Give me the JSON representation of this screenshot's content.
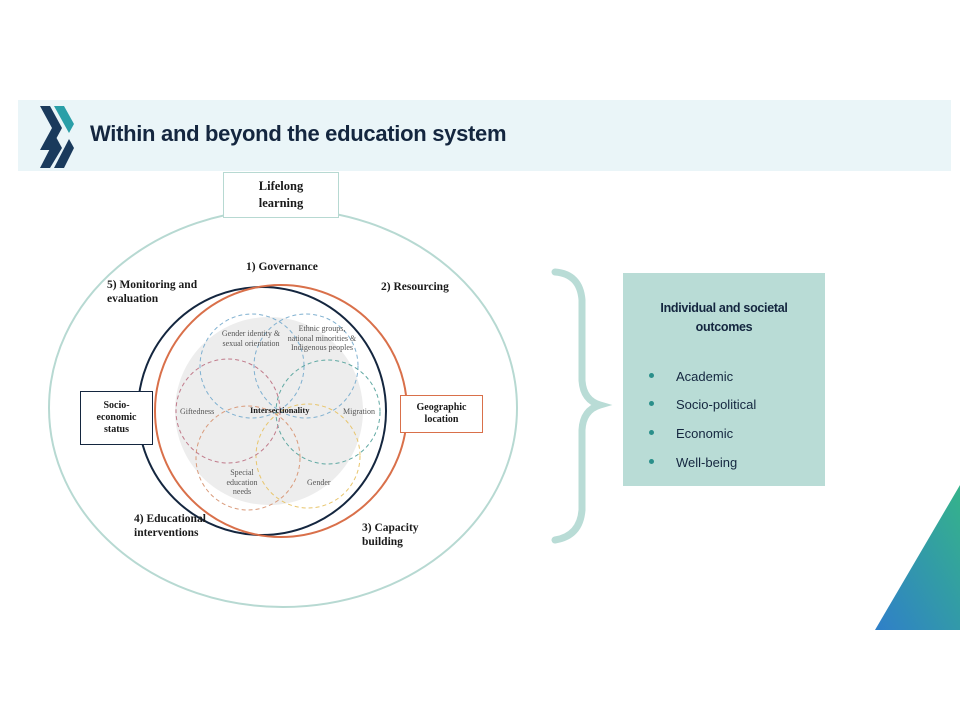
{
  "header": {
    "title": "Within and beyond the education system",
    "logo_icon": "oecd-chevron-icon"
  },
  "diagram": {
    "top_box": "Lifelong learning",
    "left_box": "Socio-economic status",
    "right_box": "Geographic location",
    "labels": {
      "governance": "1) Governance",
      "resourcing": "2) Resourcing",
      "capacity": "3) Capacity building",
      "interventions": "4) Educational interventions",
      "monitoring": "5) Monitoring and evaluation"
    },
    "inner": {
      "center": "Intersectionality",
      "gender_identity": "Gender identity & sexual orientation",
      "ethnic": "Ethnic groups, national minorities & Indigenous peoples",
      "migration": "Migration",
      "gender": "Gender",
      "special": "Special education needs",
      "giftedness": "Giftedness"
    }
  },
  "outcomes": {
    "title_line1": "Individual and societal",
    "title_line2": "outcomes",
    "items": [
      "Academic",
      "Socio-political",
      "Economic",
      "Well-being"
    ]
  },
  "colors": {
    "navy": "#14263f",
    "teal": "#2a8f8a",
    "orange": "#d9704a",
    "light_teal": "#b9dcd6"
  }
}
